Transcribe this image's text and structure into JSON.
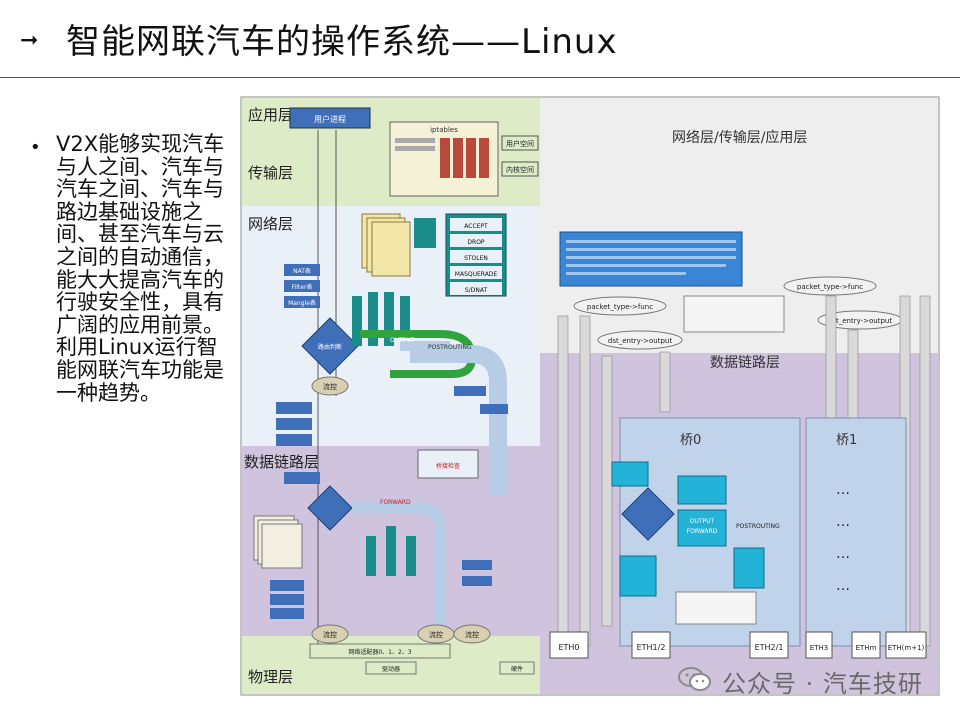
{
  "slide": {
    "title": "智能网联汽车的操作系统——Linux",
    "bullet": "V2X能够实现汽车与人之间、汽车与汽车之间、汽车与路边基础设施之间、甚至汽车与云之间的自动通信，能大大提高汽车的行驶安全性，具有广阔的应用前景。利用Linux运行智能网联汽车功能是一种趋势。",
    "bullet_icon": "bullet-dot-icon",
    "title_icon": "arrow-right-icon"
  },
  "diagram": {
    "layers_left": {
      "app": "应用层",
      "transport": "传输层",
      "network": "网络层",
      "link": "数据链路层",
      "physical": "物理层"
    },
    "layers_right": {
      "upper": "网络层/传输层/应用层",
      "link": "数据链路层"
    },
    "boxes": {
      "user_process": "用户进程",
      "user_space": "用户空间",
      "kernel_space": "内核空间",
      "table": "iptables",
      "accept": "ACCEPT",
      "drop": "DROP",
      "stolen": "STOLEN",
      "masquerade": "MASQUERADE",
      "snat": "S/DNAT",
      "output": "OUTPUT",
      "postrouting": "POSTROUTING",
      "forward": "FORWARD",
      "flow_ctrl": "流控",
      "bridge0": "桥0",
      "bridge1": "桥1",
      "packet_type": "packet_type->func",
      "dst_entry": "dst_entry->output",
      "eth0": "ETH0",
      "eth1_2": "ETH1/2",
      "eth2_1": "ETH2/1",
      "eth3": "ETH3",
      "ethm": "ETHm",
      "ethm1": "ETH(m+1)",
      "ellipsis": "…",
      "hardware": "硬件",
      "nic": "网络适配器0、1、2、3",
      "driver": "驱动器",
      "nat_table": "NAT表",
      "filter_table": "Filter表",
      "mangle_table": "Mangle表",
      "routing": "路由判断",
      "bridge_check": "桥接检查"
    }
  },
  "watermark": {
    "text": "公众号 · 汽车技研",
    "icon": "wechat-icon"
  },
  "colors": {
    "upper_band": "#ddebc7",
    "mid_band": "#eeeeee",
    "network_band": "#eaf0f8",
    "link_band": "#cfc3de",
    "teal": "#1a8c8a",
    "blue_diamond": "#3f6fb9",
    "cyan_box": "#23b2d8",
    "green_path": "#2fa43d",
    "route_blue": "#b7cce5"
  }
}
